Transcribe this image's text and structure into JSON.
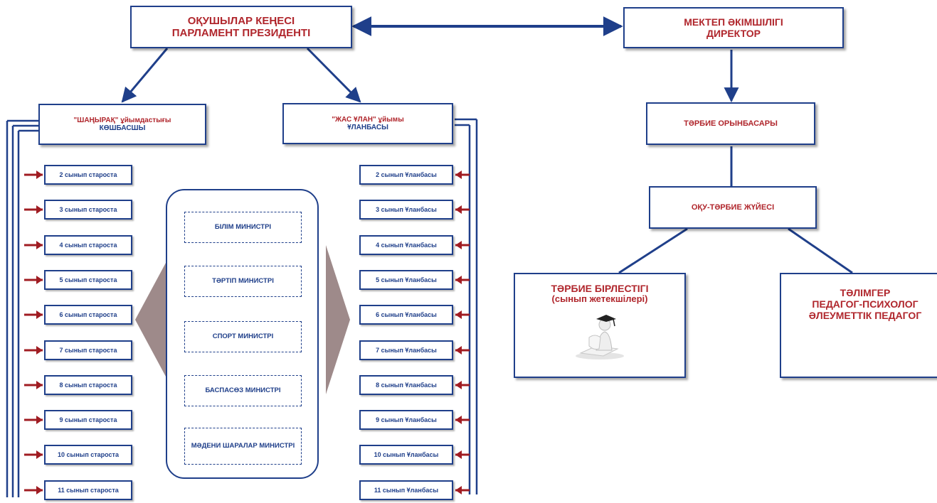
{
  "council": {
    "line1": "ОҚУШЫЛАР КЕҢЕСІ",
    "line2": "ПАРЛАМЕНТ   ПРЕЗИДЕНТІ"
  },
  "admin": {
    "line1": "МЕКТЕП  ӘКІМШІЛІГІ",
    "line2": "ДИРЕКТОР"
  },
  "shanyrak": {
    "line1": "\"ШАҢЫРАҚ\" ұйымдастығы",
    "line2": "КӨШБАСШЫ"
  },
  "zhas_ulan": {
    "line1": "\"ЖАС ҰЛАН\" ұйымы",
    "line2": "ҰЛАНБАСЫ"
  },
  "deputy": {
    "label": "ТӘРБИЕ ОРЫНБАСАРЫ"
  },
  "system": {
    "label": "ОҚУ-ТӘРБИЕ ЖҮЙЕСІ"
  },
  "unity": {
    "line1": "ТӘРБИЕ БІРЛЕСТІГІ",
    "line2": "(сынып жетекшілері)"
  },
  "staff": {
    "line1": "ТӘЛІМГЕР",
    "line2": "ПЕДАГОГ-ПСИХОЛОГ",
    "line3": "ӘЛЕУМЕТТІК ПЕДАГОГ"
  },
  "ministries": [
    "БІЛІМ МИНИСТРІ",
    "ТӘРТІП МИНИСТРІ",
    "СПОРТ МИНИСТРІ",
    "БАСПАСӨЗ МИНИСТРІ",
    "МӘДЕНИ ШАРАЛАР МИНИСТРІ"
  ],
  "class_heads": [
    "2 сынып староста",
    "3 сынып староста",
    "4 сынып староста",
    "5 сынып староста",
    "6 сынып староста",
    "7 сынып староста",
    "8 сынып староста",
    "9 сынып староста",
    "10 сынып староста",
    "11 сынып староста"
  ],
  "class_ulan": [
    "2 сынып Ұланбасы",
    "3 сынып Ұланбасы",
    "4 сынып Ұланбасы",
    "5 сынып Ұланбасы",
    "6 сынып Ұланбасы",
    "7 сынып Ұланбасы",
    "8 сынып Ұланбасы",
    "9 сынып Ұланбасы",
    "10 сынып Ұланбасы",
    "11 сынып Ұланбасы"
  ],
  "colors": {
    "line": "#1f3f8a",
    "title_red": "#b0262c",
    "arrow_red": "#a01c22",
    "big_arrow": "#9e8a8a"
  }
}
